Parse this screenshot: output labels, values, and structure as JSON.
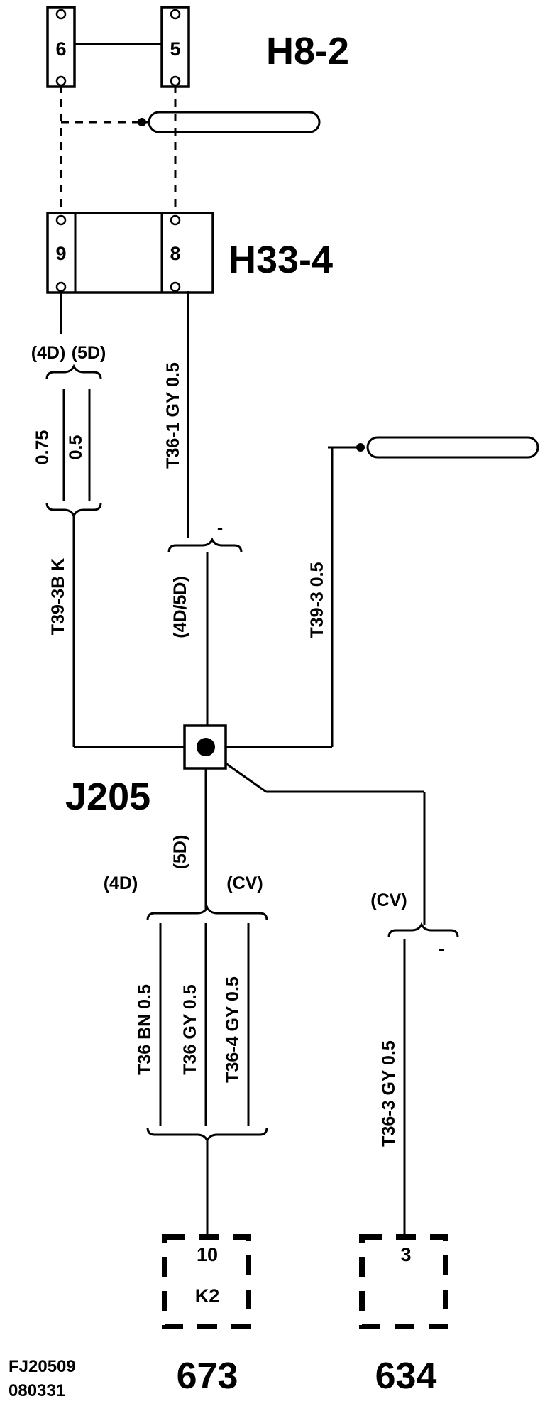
{
  "connectors": {
    "h8": {
      "name": "H8-2",
      "pin_left": "6",
      "pin_right": "5"
    },
    "h33": {
      "name": "H33-4",
      "pin_left": "9",
      "pin_right": "8"
    }
  },
  "labels": {
    "v4d": "(4D)",
    "v5d": "(5D)",
    "v45": "(4D/5D)",
    "v4d_b": "(4D)",
    "v5d_b": "(5D)",
    "vcv_b": "(CV)",
    "vcv_r": "(CV)",
    "dash1": "-",
    "dash2": "-"
  },
  "wires": {
    "w075": "0.75",
    "w05a": "0.5",
    "t39_3b": "T39-3B   K",
    "gy": "T36-1      GY 0.5",
    "t39_3": "T39-3        0.5",
    "bn": "T36  BN  0.5",
    "gy36": "T36  GY  0.5",
    "t36_4": "T36-4   GY 0.5",
    "t36_3": "T36-3 GY     0.5"
  },
  "junction": {
    "name": "J205"
  },
  "components": {
    "k2": {
      "pin": "10",
      "name": "K2",
      "code": "673"
    },
    "c634": {
      "pin": "3",
      "code": "634"
    }
  },
  "footer": {
    "line1": "FJ20509",
    "line2": "080331"
  }
}
